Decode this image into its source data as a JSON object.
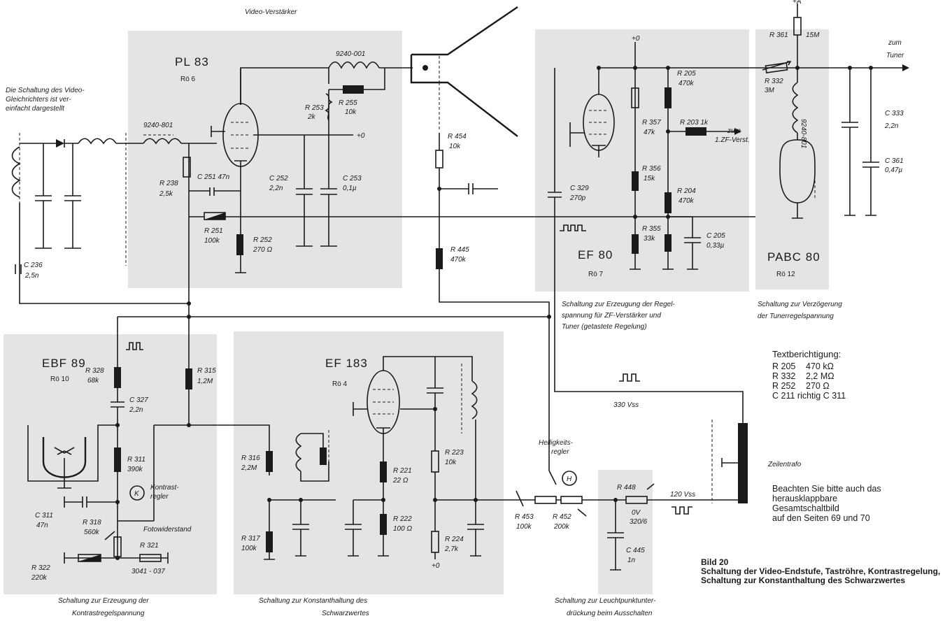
{
  "headings": {
    "video_amp": "Video-Verstärker",
    "rectifier_note": [
      "Die Schaltung des Video-",
      "Gleichrichters ist ver-",
      "einfacht dargestellt"
    ]
  },
  "tubes": {
    "pl83": {
      "type": "PL 83",
      "ref": "Rö 6"
    },
    "ef80": {
      "type": "EF 80",
      "ref": "Rö 7"
    },
    "pabc80": {
      "type": "PABC 80",
      "ref": "Rö 12"
    },
    "ebf89": {
      "type": "EBF 89",
      "ref": "Rö 10"
    },
    "ef183": {
      "type": "EF 183",
      "ref": "Rö 4"
    }
  },
  "components": {
    "l_9240_001": "9240-001",
    "l_9240_801": "9240-801",
    "l_9240_801b": "9240-801",
    "r253": [
      "R 253",
      "2k"
    ],
    "r255": [
      "R 255",
      "10k"
    ],
    "r238": [
      "R 238",
      "2,5k"
    ],
    "c251": "C 251 47n",
    "c252": [
      "C 252",
      "2,2n"
    ],
    "c253": [
      "C 253",
      "0,1µ"
    ],
    "r251": [
      "R 251",
      "100k"
    ],
    "r252": [
      "R 252",
      "270 Ω"
    ],
    "c236": [
      "C 236",
      "2,5n"
    ],
    "r454": [
      "R 454",
      "10k"
    ],
    "r445": [
      "R 445",
      "470k"
    ],
    "c329": [
      "C 329",
      "270p"
    ],
    "r357": [
      "R 357",
      "47k"
    ],
    "r205": [
      "R 205",
      "470k"
    ],
    "r203": "R 203  1k",
    "r356": [
      "R 356",
      "15k"
    ],
    "r355": [
      "R 355",
      "33k"
    ],
    "r204": [
      "R 204",
      "470k"
    ],
    "c205": [
      "C 205",
      "0,33µ"
    ],
    "r361": "R 361",
    "r361_val": "15M",
    "r332": [
      "R 332",
      "3M"
    ],
    "c333": [
      "C 333",
      "2,2n"
    ],
    "c361": [
      "C 361",
      "0,47µ"
    ],
    "r328": [
      "R 328",
      "68k"
    ],
    "r315": [
      "R 315",
      "1,2M"
    ],
    "c327": [
      "C 327",
      "2,2n"
    ],
    "r311": [
      "R 311",
      "390k"
    ],
    "c311": [
      "C 311",
      "47n"
    ],
    "r318": [
      "R 318",
      "560k"
    ],
    "r321": "R 321",
    "r322": [
      "R 322",
      "220k"
    ],
    "fotowiderstand_part": "3041 - 037",
    "r316": [
      "R 316",
      "2,2M"
    ],
    "r317": [
      "R 317",
      "100k"
    ],
    "r221": [
      "R 221",
      "22 Ω"
    ],
    "r222": [
      "R 222",
      "100 Ω"
    ],
    "r223": [
      "R 223",
      "10k"
    ],
    "r224": [
      "R 224",
      "2,7k"
    ],
    "r453": [
      "R 453",
      "100k"
    ],
    "r452": [
      "R 452",
      "200k"
    ],
    "r448": "R 448",
    "r448_val": [
      "0V",
      "320/6"
    ],
    "c445": [
      "C 445",
      "1n"
    ]
  },
  "labels": {
    "zum_zf": [
      "zum",
      "1.ZF-Verst."
    ],
    "zum_tuner": [
      "zum",
      "Tuner"
    ],
    "plus_a": "+A",
    "plus0_a": "+0",
    "plus0_b": "+0",
    "plus0_c": "+0",
    "kontrast_k": "K",
    "kontrast": [
      "Kontrast-",
      "regler"
    ],
    "fotowiderstand": "Fotowiderstand",
    "helligkeit_h": "H",
    "helligkeit": [
      "Helligkeits-",
      "regler"
    ],
    "v330": "330 Vss",
    "v120": "120 Vss",
    "zeilentrafo": "Zeilentrafo"
  },
  "captions": {
    "regel": [
      "Schaltung zur Erzeugung der Regel-",
      "spannung für ZF-Verstärker und",
      "Tuner (getastete Regelung)"
    ],
    "verzoegerung": [
      "Schaltung zur Verzögerung",
      "der Tunerregelspannung"
    ],
    "kontrastregel": [
      "Schaltung zur Erzeugung der",
      "Kontrastregelspannung"
    ],
    "konstant": [
      "Schaltung zur Konstanthaltung des",
      "Schwarzwertes"
    ],
    "leuchtpunkt": [
      "Schaltung zur Leuchtpunktunter-",
      "drückung beim Ausschalten"
    ]
  },
  "correction": {
    "title": "Textberichtigung:",
    "rows": [
      {
        "ref": "R 205",
        "value": "470 kΩ"
      },
      {
        "ref": "R 332",
        "value": "2,2 MΩ"
      },
      {
        "ref": "R 252",
        "value": "270 Ω"
      }
    ],
    "c_line": "C 211 richtig C 311"
  },
  "see_also": [
    "Beachten Sie bitte auch das",
    "herausklappbare",
    "Gesamtschaltbild",
    "auf den Seiten 69 und 70"
  ],
  "figure": {
    "number": "Bild 20",
    "text": "Schaltung der Video-Endstufe, Taströhre, Kontrastregelung, Schaltung zur Konstanthaltung des Schwarzwertes"
  }
}
